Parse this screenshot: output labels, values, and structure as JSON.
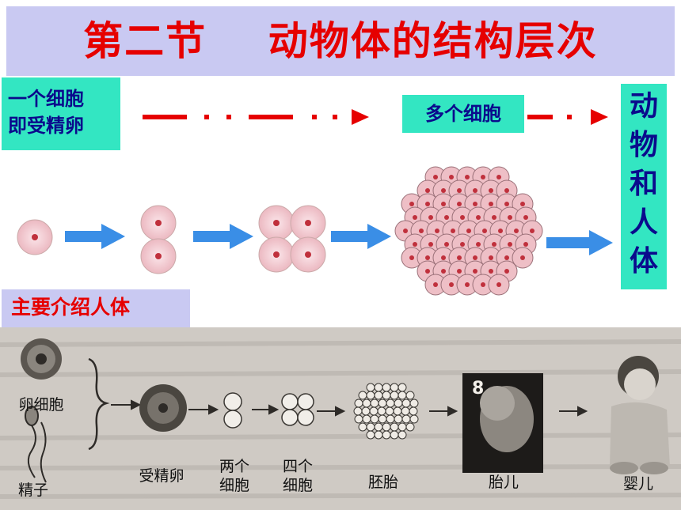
{
  "title": "第二节    动物体的结构层次",
  "labels": {
    "single_cell_line1": "一个细胞",
    "single_cell_line2": "即受精卵",
    "many_cells": "多个细胞",
    "organism_chars": [
      "动",
      "物",
      "和",
      "人",
      "体"
    ],
    "main_topic": "主要介绍人体"
  },
  "photo_captions": {
    "egg_cell": "卵细胞",
    "sperm": "精子",
    "fertilized_egg": "受精卵",
    "two_cells_line1": "两个",
    "two_cells_line2": "细胞",
    "four_cells_line1": "四个",
    "four_cells_line2": "细胞",
    "embryo": "胚胎",
    "fetus": "胎儿",
    "baby": "婴儿",
    "fetus_month_mark": "8"
  },
  "colors": {
    "title_text": "#e60000",
    "title_bar": "#c9c9f2",
    "label_box": "#33e6c2",
    "label_text": "#0a0a8c",
    "flow_arrow": "#e60000",
    "stage_arrow": "#3a8ee6",
    "cell_fill": "#f4cfd4",
    "cell_nucleus": "#c0303c"
  }
}
